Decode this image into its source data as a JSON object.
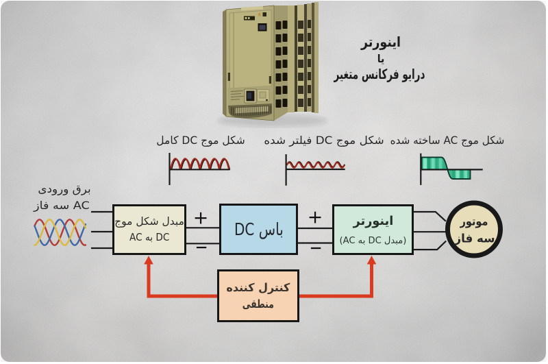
{
  "title": {
    "line1": "اینورتر",
    "line2": "یا",
    "line3": "درایو فرکانس متغیر"
  },
  "waveforms": [
    {
      "id": "full-dc",
      "label": "شکل موج DC کامل",
      "color": "#9e2b1e",
      "shape": "rectified-sine"
    },
    {
      "id": "filtered-dc",
      "label": "شکل موج DC فیلتر شده",
      "color": "#9e2b1e",
      "shape": "ripple"
    },
    {
      "id": "made-ac",
      "label": "شکل موج AC ساخته شده",
      "color": "#3fbb90",
      "shape": "pwm-square"
    }
  ],
  "input_label": {
    "line1": "برق ورودی",
    "line2": "AC سه فاز"
  },
  "blocks": {
    "converter": {
      "line1": "مبدل شکل موج",
      "line2": "DC به AC",
      "fill": "#eae7d3"
    },
    "dc_bus": {
      "label": "باس DC",
      "fill": "#b7d8e7"
    },
    "inverter": {
      "line1": "اینورتر",
      "line2": "(مبدل DC به AC)",
      "fill": "#d0e9da"
    },
    "controller": {
      "line1": "کنترل کننده",
      "line2": "منطقی",
      "fill": "#f8d3b3"
    },
    "motor": {
      "line1": "موتور",
      "line2": "سه فاز",
      "fill": "#e7ddb9"
    }
  },
  "signs": {
    "plus": "+",
    "minus": "−"
  },
  "colors": {
    "converter_fill": "#eae7d3",
    "dcbus_fill": "#b7d8e7",
    "inverter_fill": "#d0e9da",
    "controller_fill": "#f8d3b3",
    "motor_fill": "#e7ddb9",
    "feedback_red": "#d93b20",
    "wave_red": "#9e2b1e",
    "wave_green": "#3fbb90",
    "phase_red": "#b23b34",
    "phase_blue": "#3e66a8",
    "phase_yellow": "#ddb83c",
    "line_black": "#1a1a1a"
  }
}
